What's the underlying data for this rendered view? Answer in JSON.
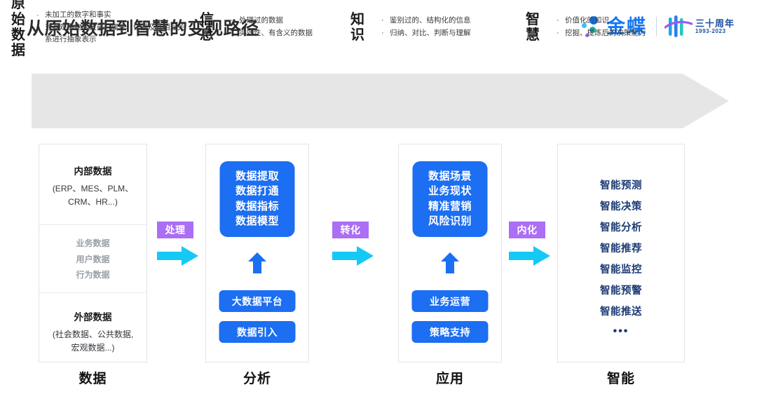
{
  "header": {
    "title": "从原始数据到智慧的变现路径",
    "brand": {
      "name": "金蝶",
      "anniversary_text": "三十周年",
      "anniversary_years": "1993-2023"
    }
  },
  "banner": {
    "stages": [
      {
        "name": "原始\n数据",
        "bullets": [
          "未加工的数字和事实",
          "对客观事物的数量、属性、位置及其相互关系进行抽象表示"
        ]
      },
      {
        "name": "信\n息",
        "bullets": [
          "处理过的数据",
          "实效性、有含义的数据"
        ]
      },
      {
        "name": "知\n识",
        "bullets": [
          "鉴别过的、结构化的信息",
          "归纳、对比、判断与理解"
        ]
      },
      {
        "name": "智\n慧",
        "bullets": [
          "价值化的知识",
          "挖掘、提炼后的决策能力"
        ]
      }
    ]
  },
  "columns": [
    {
      "footer": "数据",
      "sections": [
        {
          "title": "内部数据",
          "sub": "(ERP、MES、PLM、\nCRM、HR...)"
        },
        {
          "items": [
            "业务数据",
            "用户数据",
            "行为数据"
          ]
        },
        {
          "title": "外部数据",
          "sub": "(社会数据、公共数据,\n宏观数据...)"
        }
      ]
    },
    {
      "footer": "分析",
      "main_box": "数据提取\n数据打通\n数据指标\n数据模型",
      "pills": [
        "大数据平台",
        "数据引入"
      ]
    },
    {
      "footer": "应用",
      "main_box": "数据场景\n业务现状\n精准营销\n风险识别",
      "pills": [
        "业务运营",
        "策略支持"
      ]
    },
    {
      "footer": "智能",
      "items": [
        "智能预测",
        "智能决策",
        "智能分析",
        "智能推荐",
        "智能监控",
        "智能预警",
        "智能推送"
      ],
      "ellipsis": "•••"
    }
  ],
  "connectors": [
    {
      "label": "处理"
    },
    {
      "label": "转化"
    },
    {
      "label": "内化"
    }
  ],
  "colors": {
    "blue": "#1c6ef2",
    "cyan_arrow": "#15c9f5",
    "purple_label": "#ab6ef5",
    "navy_text": "#1b3a75",
    "banner_gray": "#e6e6e6"
  }
}
